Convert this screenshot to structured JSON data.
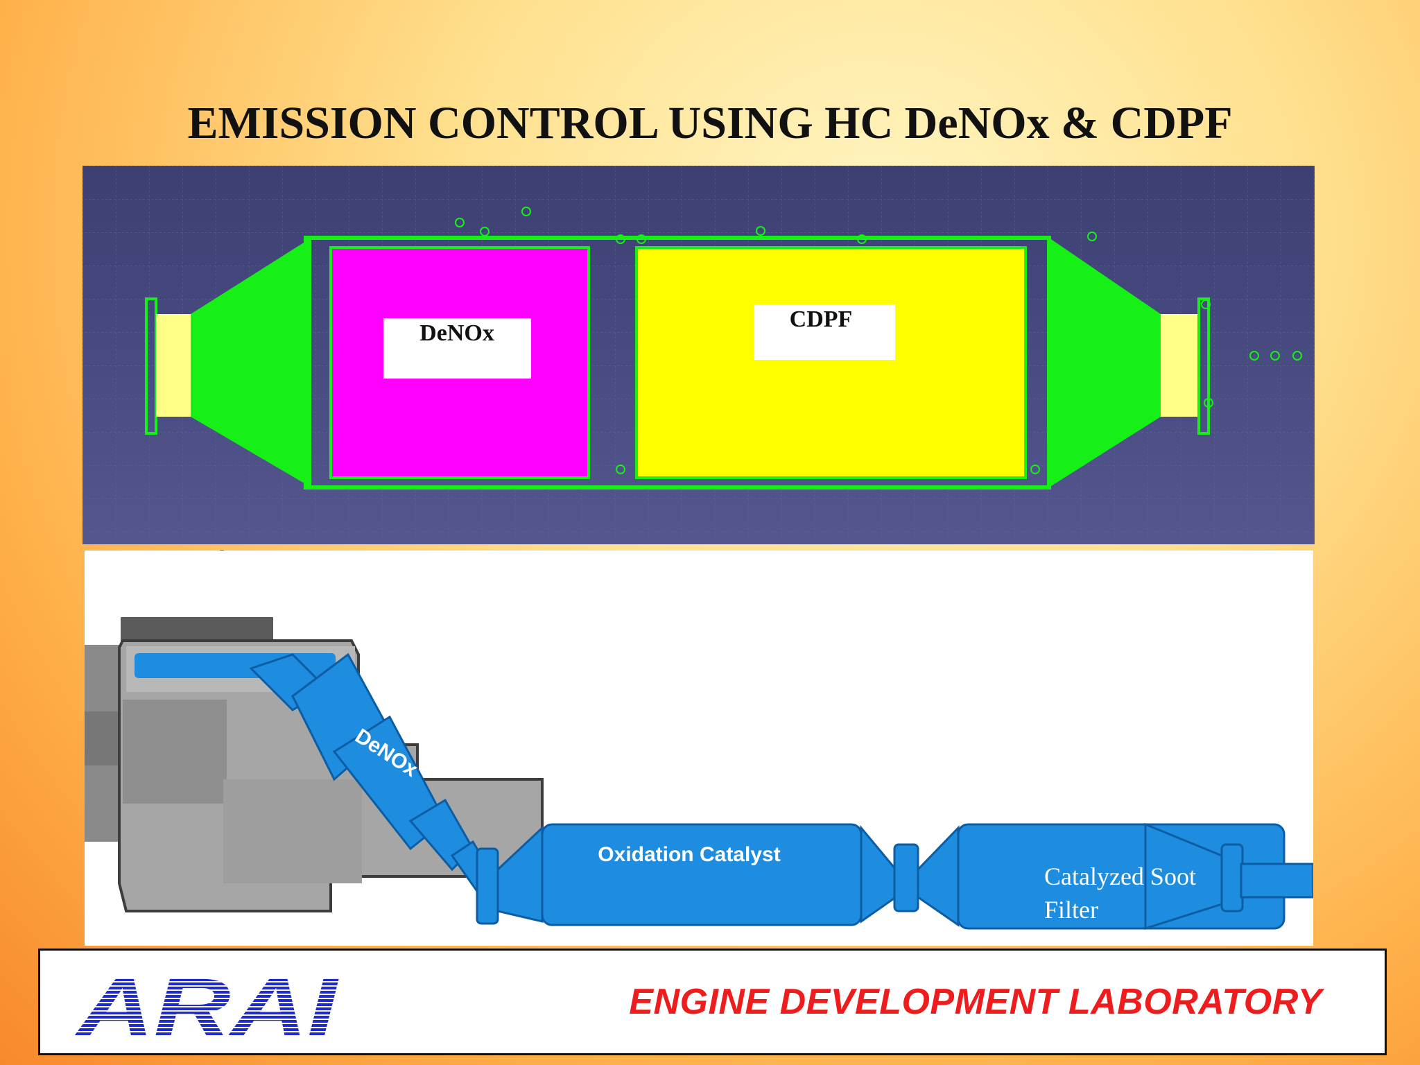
{
  "slide": {
    "title": "EMISSION CONTROL USING HC DeNOx & CDPF",
    "subtitle": "US2010/ EU VI"
  },
  "cad_diagram": {
    "labels": {
      "denox": "DeNOx",
      "cdpf": "CDPF"
    },
    "colors": {
      "background": "#3e4178",
      "housing": "#16f016",
      "denox": "#ff00ff",
      "cdpf": "#ffff00",
      "port": "#ffff88"
    }
  },
  "engine_diagram": {
    "labels": {
      "denox": "DeNOx",
      "oxidation_catalyst": "Oxidation Catalyst",
      "soot_filter_line1": "Catalyzed Soot",
      "soot_filter_line2": "Filter"
    },
    "colors": {
      "pipe": "#1e8ddf",
      "engine": "#9a9a9a"
    }
  },
  "footer": {
    "logo_text": "ARAI",
    "lab_name": "ENGINE DEVELOPMENT LABORATORY"
  }
}
